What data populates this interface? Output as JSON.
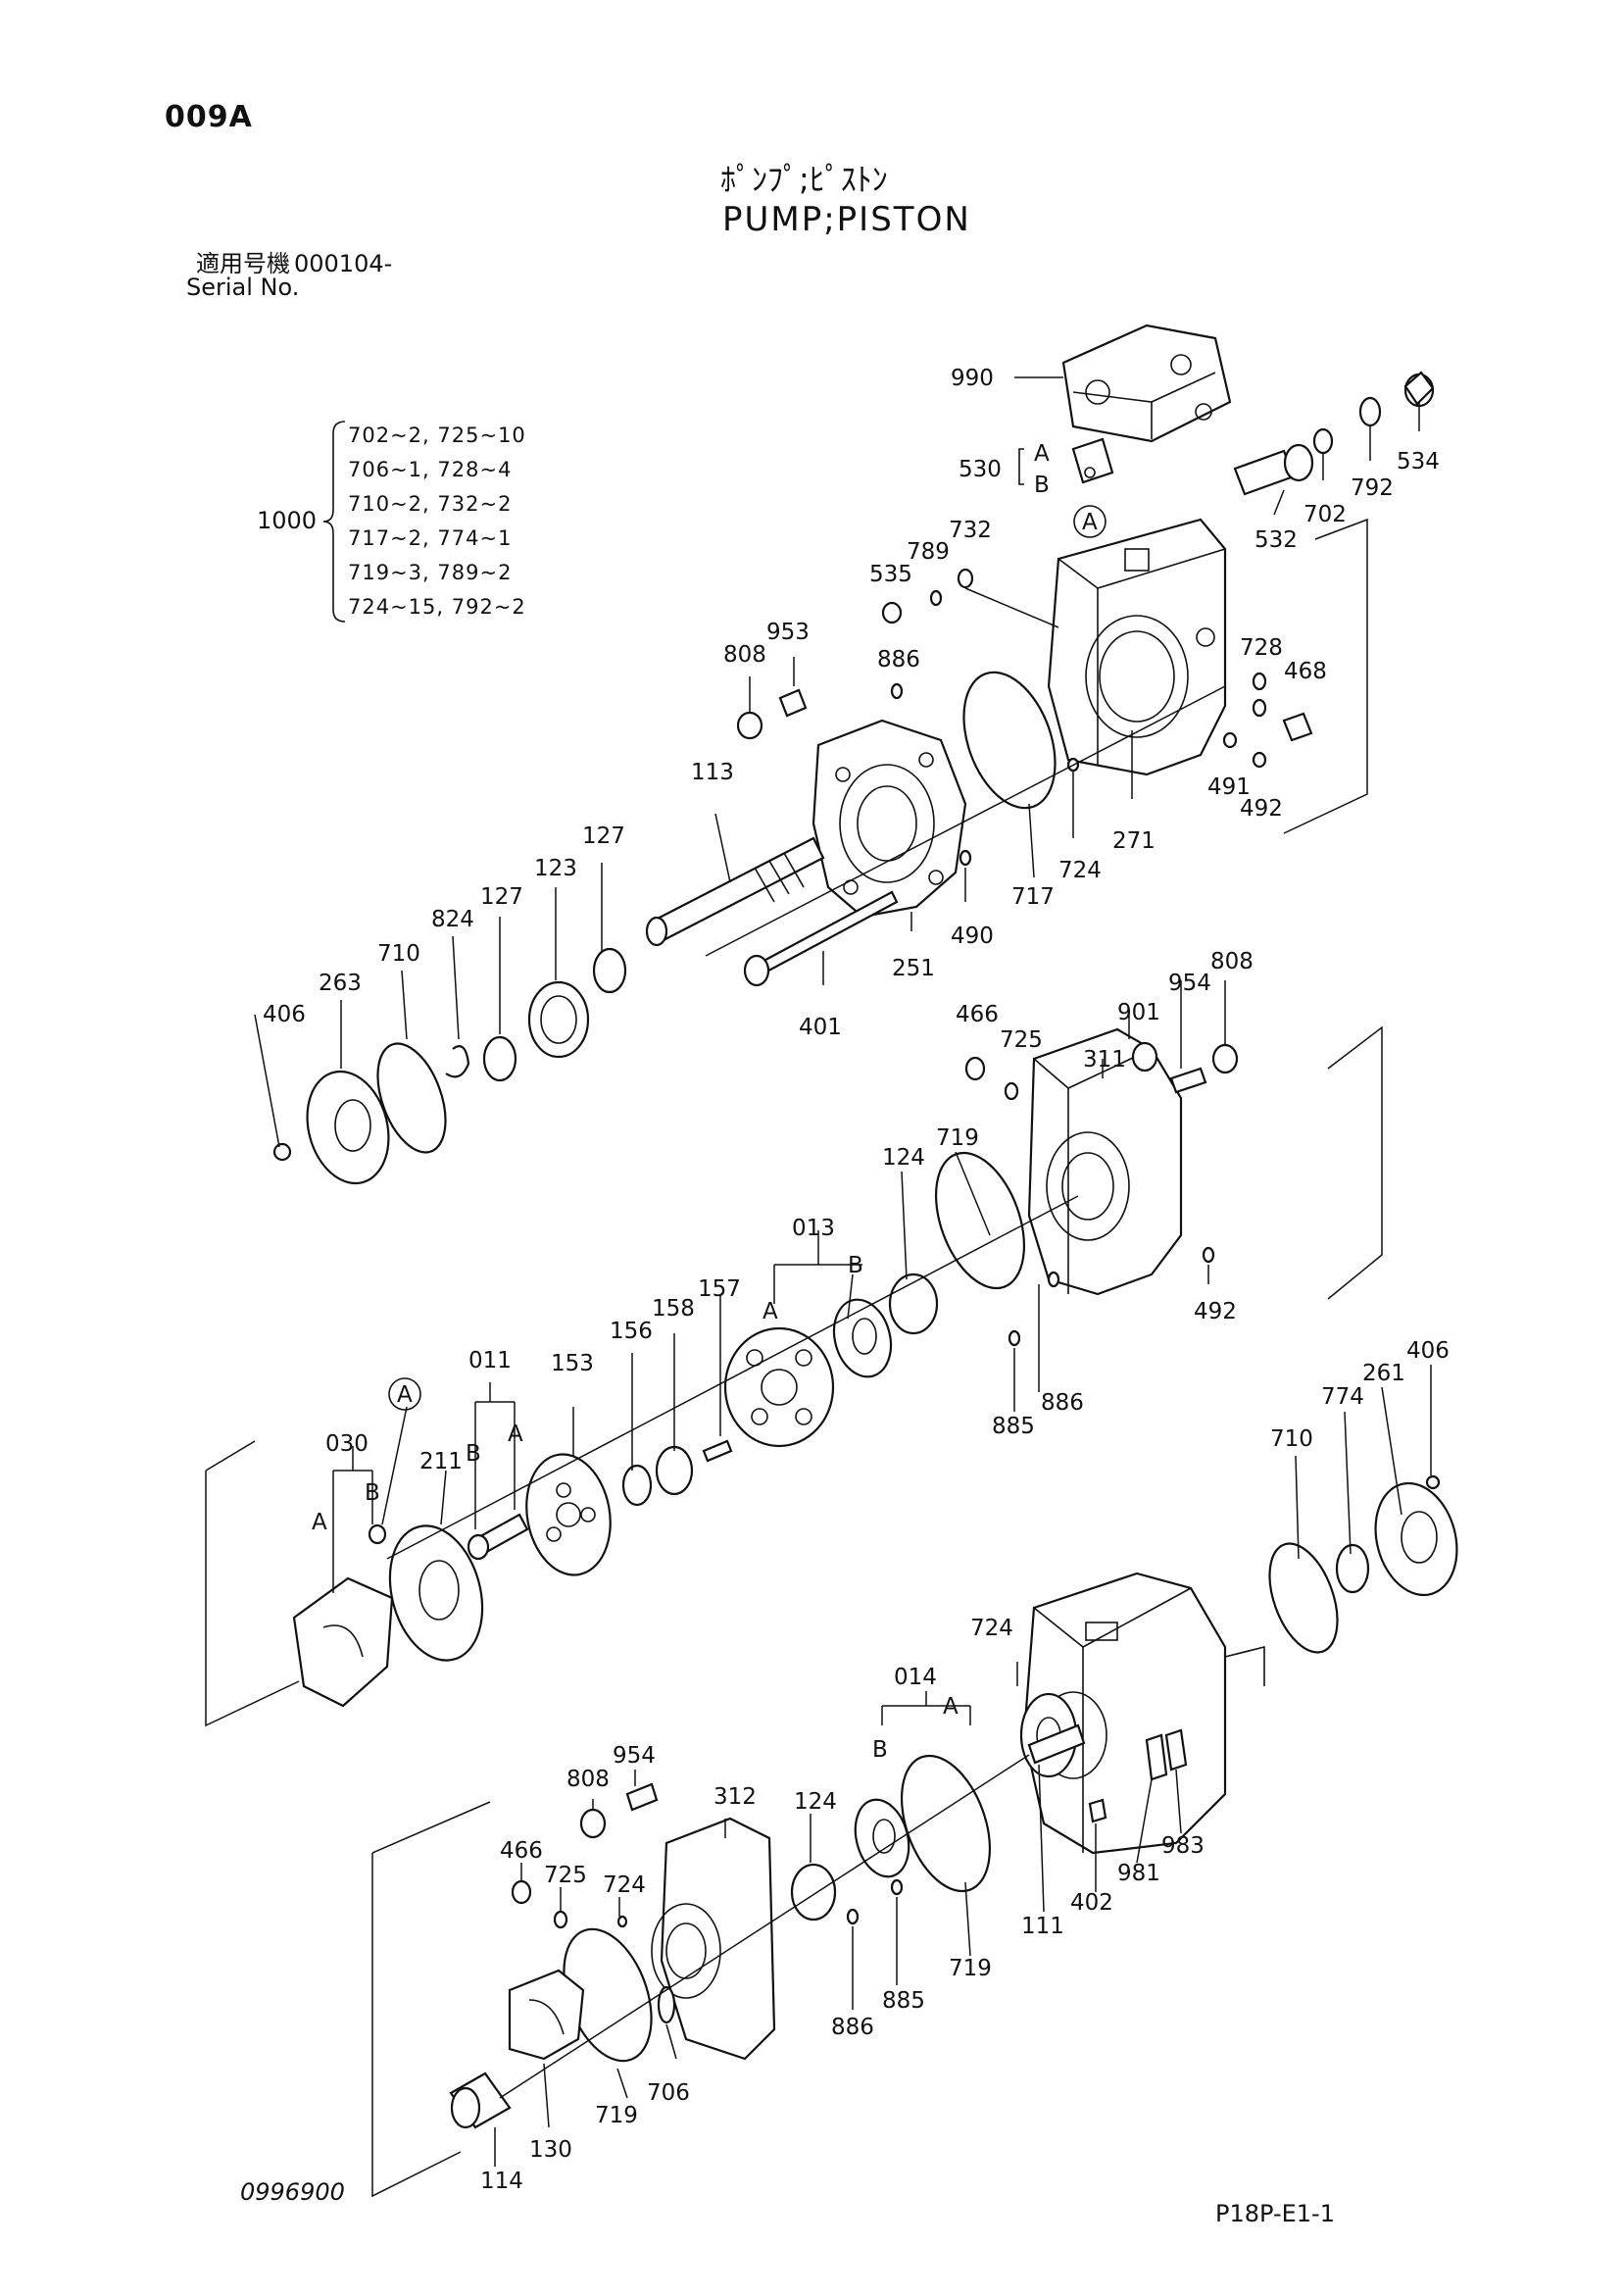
{
  "page": {
    "code": "009A",
    "title_jp": "ﾎﾟﾝﾌﾟ;ﾋﾟｽﾄﾝ",
    "title_en": "PUMP;PISTON",
    "serial_label_jp": "適用号機",
    "serial_value": "000104-",
    "serial_label_en": "Serial No.",
    "footer_left": "0996900",
    "footer_right": "P18P-E1-1"
  },
  "kit": {
    "number": "1000",
    "lines": [
      "702~2,  725~10",
      "706~1,  728~4",
      "710~2,  732~2",
      "717~2,  774~1",
      "719~3,  789~2",
      "724~15, 792~2"
    ]
  },
  "callouts": {
    "p990": "990",
    "p530": "530",
    "pA530": "A",
    "pB530": "B",
    "p534": "534",
    "p792a": "792",
    "p702": "702",
    "p532": "532",
    "pAcirc1": "A",
    "p732": "732",
    "p789": "789",
    "p535": "535",
    "p953": "953",
    "p808a": "808",
    "p886a": "886",
    "p728": "728",
    "p468": "468",
    "p491": "491",
    "p492a": "492",
    "p271": "271",
    "p724a": "724",
    "p717": "717",
    "p490": "490",
    "p251": "251",
    "p113": "113",
    "p401": "401",
    "p127a": "127",
    "p127b": "127",
    "p123": "123",
    "p824": "824",
    "p710a": "710",
    "p263": "263",
    "p406a": "406",
    "p466a": "466",
    "p725a": "725",
    "p901": "901",
    "p954a": "954",
    "p808b": "808",
    "p311": "311",
    "p719a": "719",
    "p124a": "124",
    "p013": "013",
    "pB013": "B",
    "pA013": "A",
    "p157": "157",
    "p158": "158",
    "p156": "156",
    "p153": "153",
    "p011": "011",
    "pB011": "B",
    "pA011": "A",
    "p211": "211",
    "pAcirc2": "A",
    "p030": "030",
    "pB030": "B",
    "pA030": "A",
    "p492b": "492",
    "p886b": "886",
    "p885a": "885",
    "p406b": "406",
    "p261": "261",
    "p774": "774",
    "p710b": "710",
    "p724b": "724",
    "p014": "014",
    "pA014": "A",
    "pB014": "B",
    "p111": "111",
    "p402": "402",
    "p981": "981",
    "p983": "983",
    "p719b": "719",
    "p885b": "885",
    "p886c": "886",
    "p124b": "124",
    "p312": "312",
    "p954b": "954",
    "p808c": "808",
    "p466b": "466",
    "p725b": "725",
    "p724c": "724",
    "p719c": "719",
    "p706": "706",
    "p130": "130",
    "p114": "114"
  }
}
